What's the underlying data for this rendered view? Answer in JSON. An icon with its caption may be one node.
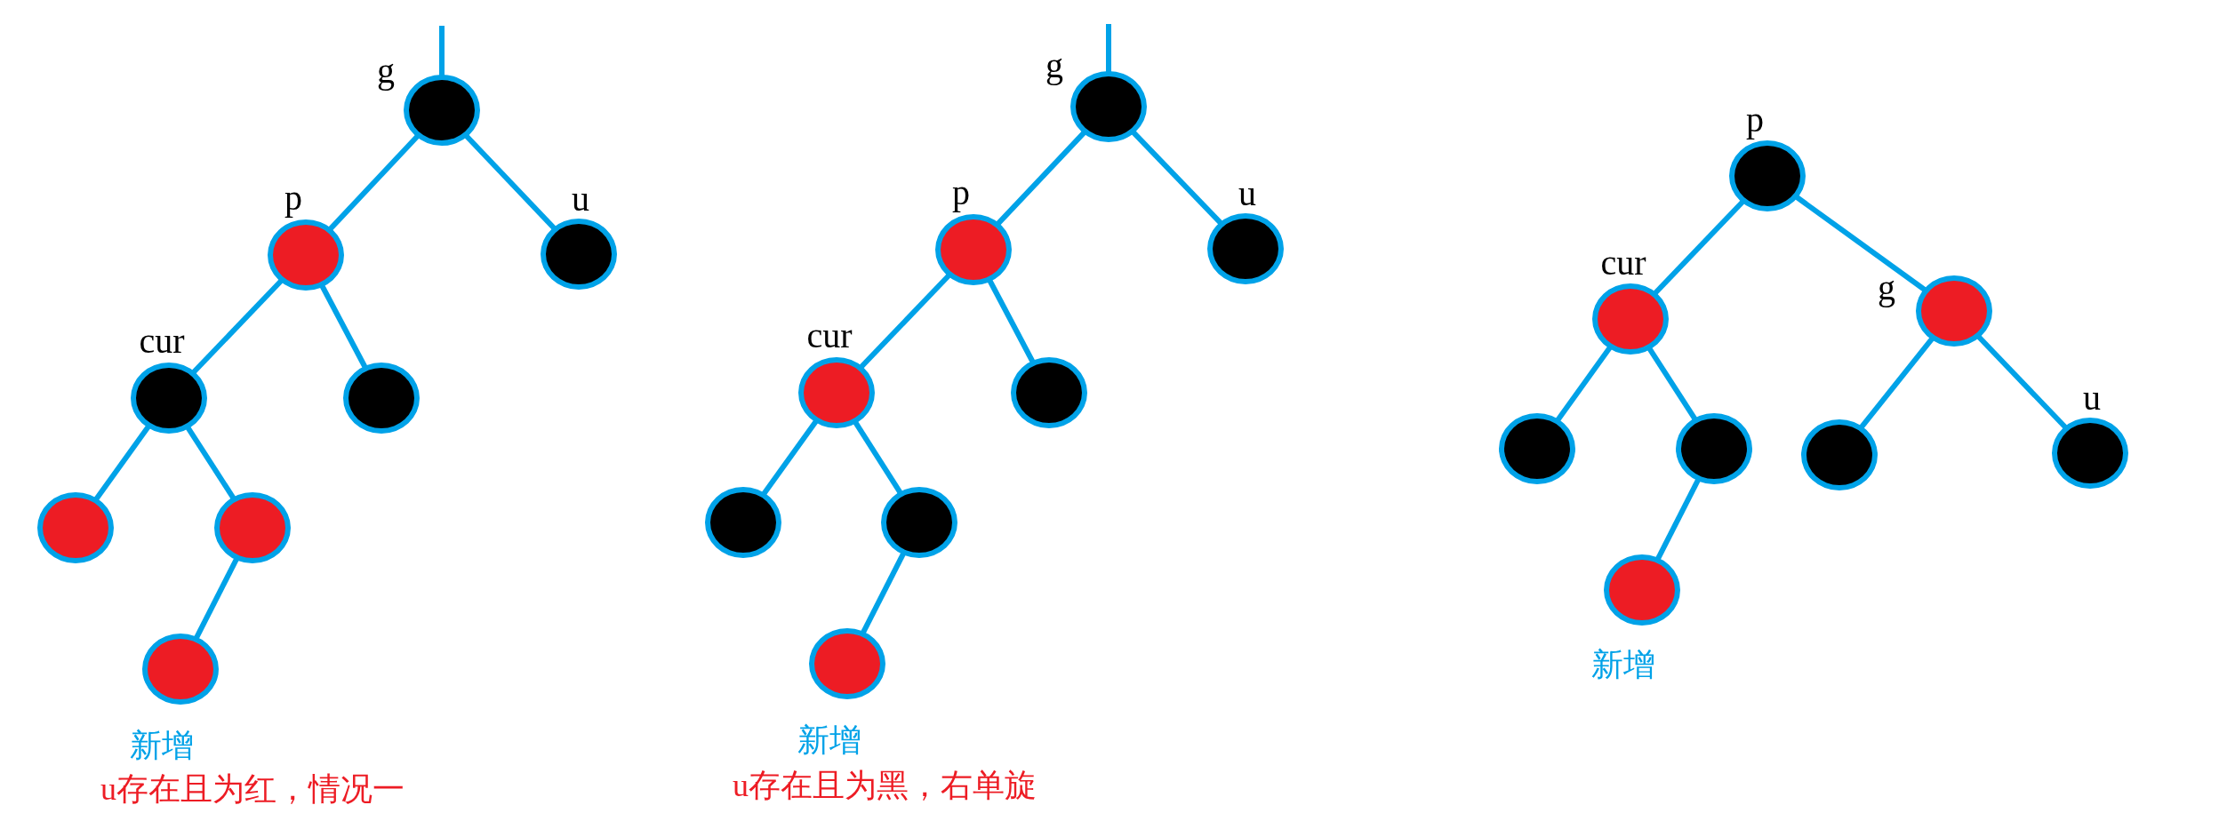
{
  "diagram": {
    "nodes": [
      {
        "text": [],
        "shape": "circle",
        "beside": [
          "g"
        ]
      },
      {
        "text": [],
        "shape": "circle",
        "beside": [
          "p"
        ]
      },
      {
        "text": [],
        "shape": "circle",
        "beside": [
          "u"
        ]
      },
      {
        "text": [],
        "shape": "circle",
        "beside": [
          "cur"
        ]
      },
      {
        "text": [],
        "shape": "circle"
      },
      {
        "text": [],
        "shape": "circle"
      },
      {
        "text": [],
        "shape": "circle"
      },
      {
        "text": [],
        "shape": "circle",
        "beside": [
          "新增"
        ]
      },
      {
        "text": [],
        "shape": "circle",
        "beside": [
          "g"
        ]
      },
      {
        "text": [],
        "shape": "circle",
        "beside": [
          "p"
        ]
      },
      {
        "text": [],
        "shape": "circle",
        "beside": [
          "u"
        ]
      },
      {
        "text": [],
        "shape": "circle",
        "beside": [
          "cur"
        ]
      },
      {
        "text": [],
        "shape": "circle"
      },
      {
        "text": [],
        "shape": "circle"
      },
      {
        "text": [],
        "shape": "circle"
      },
      {
        "text": [],
        "shape": "circle",
        "beside": [
          "新增"
        ]
      },
      {
        "text": [],
        "shape": "circle",
        "beside": [
          "p"
        ]
      },
      {
        "text": [],
        "shape": "circle",
        "beside": [
          "cur"
        ]
      },
      {
        "text": [],
        "shape": "circle",
        "beside": [
          "g"
        ]
      },
      {
        "text": [],
        "shape": "circle"
      },
      {
        "text": [],
        "shape": "circle"
      },
      {
        "text": [],
        "shape": "circle"
      },
      {
        "text": [],
        "shape": "circle",
        "beside": [
          "u"
        ]
      },
      {
        "text": [],
        "shape": "circle",
        "beside": [
          "新增"
        ]
      }
    ],
    "edges": [
      {
        "from": null,
        "to": 0,
        "arrow": "none"
      },
      {
        "from": 0,
        "to": 1,
        "arrow": "none"
      },
      {
        "from": 0,
        "to": 2,
        "arrow": "none"
      },
      {
        "from": 1,
        "to": 3,
        "arrow": "none"
      },
      {
        "from": 1,
        "to": 4,
        "arrow": "none"
      },
      {
        "from": 3,
        "to": 5,
        "arrow": "none"
      },
      {
        "from": 3,
        "to": 6,
        "arrow": "none"
      },
      {
        "from": 6,
        "to": 7,
        "arrow": "none"
      },
      {
        "from": null,
        "to": 8,
        "arrow": "none"
      },
      {
        "from": 8,
        "to": 9,
        "arrow": "none"
      },
      {
        "from": 8,
        "to": 10,
        "arrow": "none"
      },
      {
        "from": 9,
        "to": 11,
        "arrow": "none"
      },
      {
        "from": 9,
        "to": 12,
        "arrow": "none"
      },
      {
        "from": 11,
        "to": 13,
        "arrow": "none"
      },
      {
        "from": 11,
        "to": 14,
        "arrow": "none"
      },
      {
        "from": 14,
        "to": 15,
        "arrow": "none"
      },
      {
        "from": 16,
        "to": 17,
        "arrow": "none"
      },
      {
        "from": 16,
        "to": 18,
        "arrow": "none"
      },
      {
        "from": 17,
        "to": 19,
        "arrow": "none"
      },
      {
        "from": 17,
        "to": 20,
        "arrow": "none"
      },
      {
        "from": 18,
        "to": 21,
        "arrow": "none"
      },
      {
        "from": 18,
        "to": 22,
        "arrow": "none"
      },
      {
        "from": 20,
        "to": 23,
        "arrow": "none"
      }
    ],
    "labels": [
      "u存在且为红，情况一",
      "u存在且为黑，右单旋"
    ]
  }
}
